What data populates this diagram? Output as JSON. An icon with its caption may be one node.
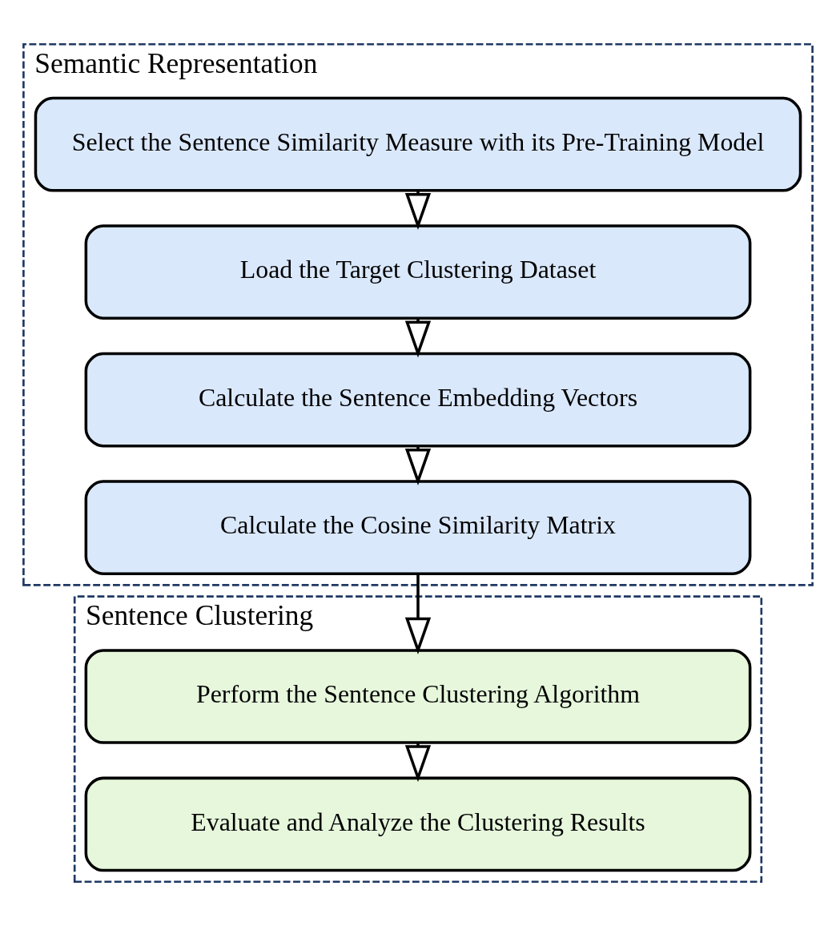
{
  "diagram": {
    "nodes": [
      {
        "text": [
          "Semantic Representation"
        ]
      },
      {
        "text": [
          "Select the Sentence Similarity Measure with its Pre-Training Model"
        ],
        "in": 0
      },
      {
        "text": [
          "Load the Target Clustering Dataset"
        ],
        "in": 0
      },
      {
        "text": [
          "Calculate the Sentence Embedding Vectors"
        ],
        "in": 0
      },
      {
        "text": [
          "Calculate the Cosine Similarity Matrix"
        ],
        "in": 0
      },
      {
        "text": [
          "Sentence Clustering"
        ]
      },
      {
        "text": [
          "Perform the Sentence Clustering Algorithm"
        ],
        "in": 5
      },
      {
        "text": [
          "Evaluate and Analyze the Clustering Results"
        ],
        "in": 5
      }
    ],
    "edges": [
      {
        "from": 1,
        "to": 2,
        "arrow": "to"
      },
      {
        "from": 2,
        "to": 3,
        "arrow": "to"
      },
      {
        "from": 3,
        "to": 4,
        "arrow": "to"
      },
      {
        "from": 4,
        "to": 6,
        "arrow": "to"
      },
      {
        "from": 6,
        "to": 7,
        "arrow": "to"
      }
    ]
  }
}
